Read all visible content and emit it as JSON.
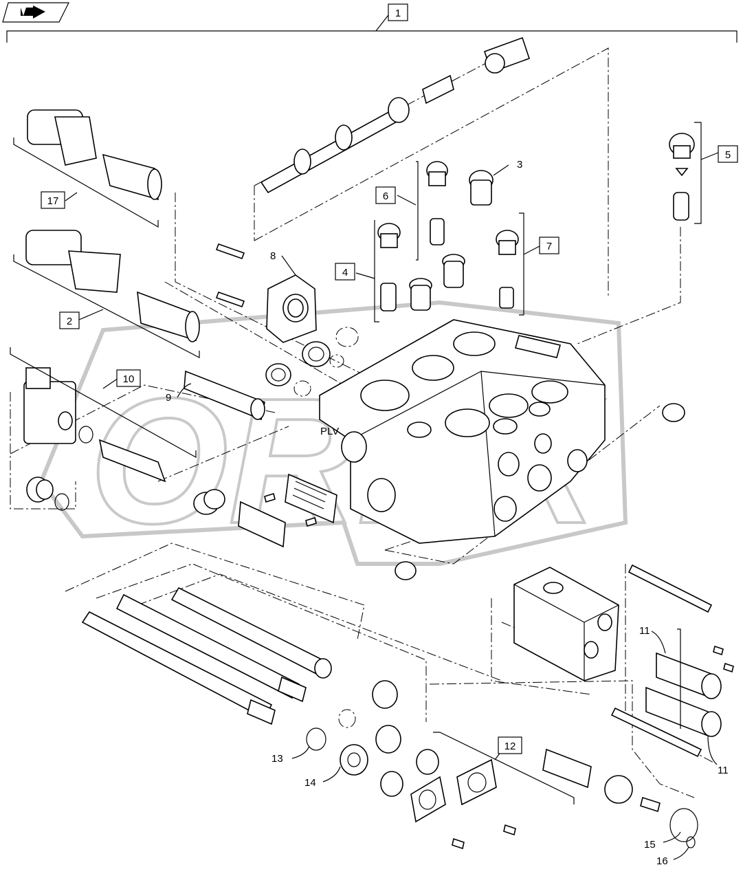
{
  "watermark": {
    "text": "OREX"
  },
  "nav_icon": {
    "icon": "arrow-right-icon"
  },
  "callouts": {
    "c1": "1",
    "c2": "2",
    "c3": "3",
    "c4": "4",
    "c5": "5",
    "c6": "6",
    "c7": "7",
    "c8": "8",
    "c9": "9",
    "c10": "10",
    "c11a": "11",
    "c11b": "11",
    "c12": "12",
    "c13": "13",
    "c14": "14",
    "c15": "15",
    "c16": "16",
    "c17": "17"
  },
  "valve_label": "PLV"
}
